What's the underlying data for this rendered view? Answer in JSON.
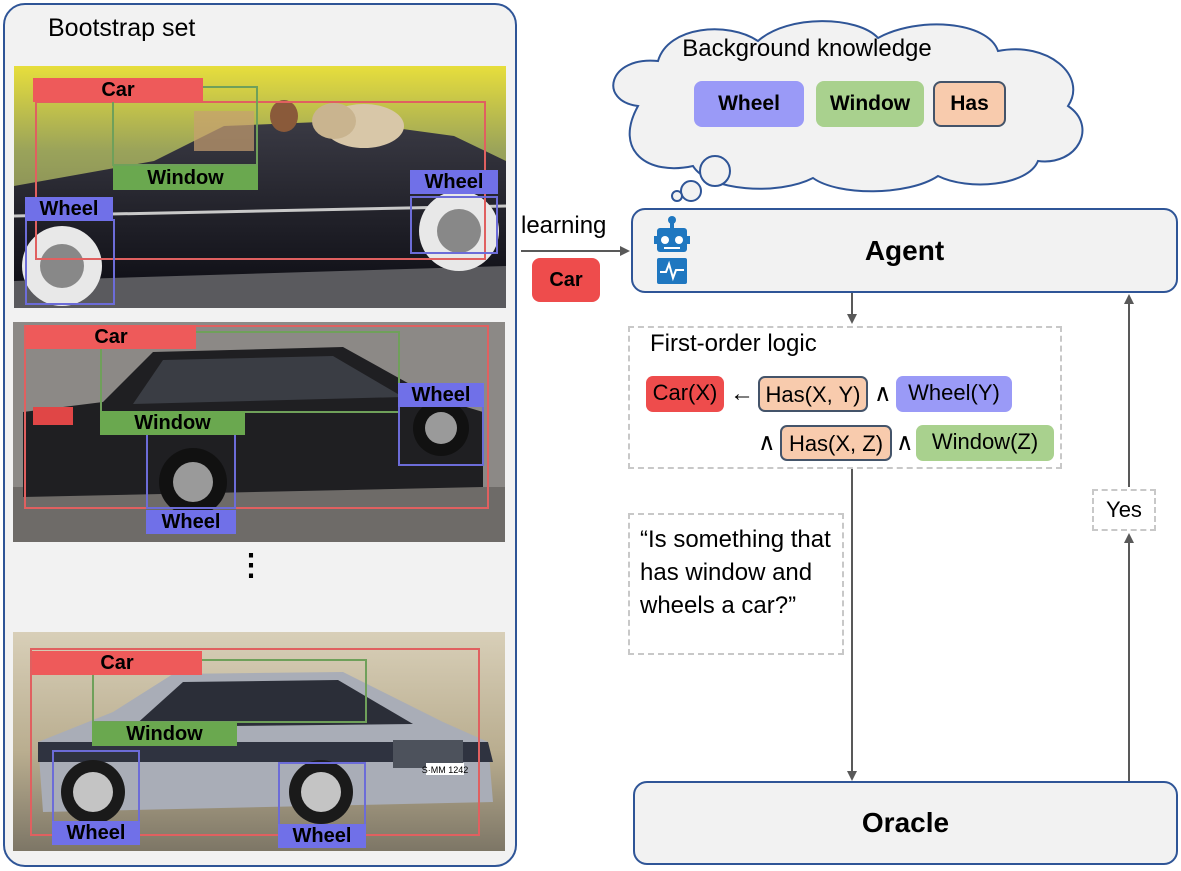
{
  "bootstrap": {
    "title": "Bootstrap set",
    "images": [
      {
        "labels": {
          "car": "Car",
          "window": "Window",
          "wheel1": "Wheel",
          "wheel2": "Wheel"
        }
      },
      {
        "labels": {
          "car": "Car",
          "window": "Window",
          "wheel1": "Wheel",
          "wheel2": "Wheel"
        }
      },
      {
        "labels": {
          "car": "Car",
          "window": "Window",
          "wheel1": "Wheel",
          "wheel2": "Wheel"
        }
      }
    ],
    "ellipsis": "⋮",
    "plate_text": "S·MM 1242"
  },
  "background": {
    "title": "Background knowledge",
    "items": [
      "Wheel",
      "Window",
      "Has"
    ]
  },
  "learning": {
    "label": "learning",
    "target": "Car"
  },
  "agent": {
    "label": "Agent"
  },
  "oracle": {
    "label": "Oracle"
  },
  "logic": {
    "title": "First-order logic",
    "head": "Car(X)",
    "arrow": "←",
    "and": "∧",
    "line1": [
      "Has(X, Y)",
      "Wheel(Y)"
    ],
    "line2": [
      "Has(X, Z)",
      "Window(Z)"
    ]
  },
  "query": {
    "text": "“Is something that has window and wheels a car?”"
  },
  "answer": {
    "label": "Yes"
  },
  "colors": {
    "panel_border": "#2f5597",
    "car": "#ee4c4c",
    "wheel": "#9a9af7",
    "window": "#a9d18e",
    "has": "#f8cbad"
  }
}
